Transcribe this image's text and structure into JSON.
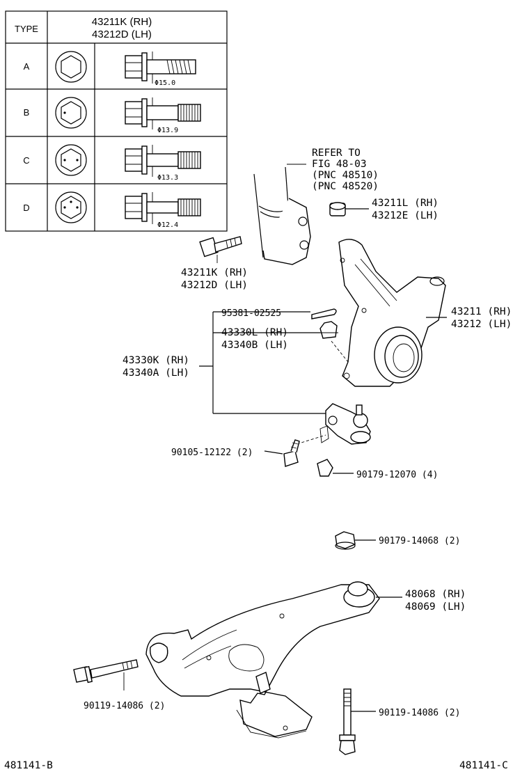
{
  "type_table": {
    "header_type": "TYPE",
    "header_part_rh": "43211K (RH)",
    "header_part_lh": "43212D (LH)",
    "rows": [
      {
        "type": "A",
        "diameter": "Φ15.0"
      },
      {
        "type": "B",
        "diameter": "Φ13.9"
      },
      {
        "type": "C",
        "diameter": "Φ13.3"
      },
      {
        "type": "D",
        "diameter": "Φ12.4"
      }
    ]
  },
  "labels": {
    "refer_1": "REFER TO",
    "refer_2": "FIG 48-03",
    "refer_3": "(PNC 48510)",
    "refer_4": "(PNC 48520)",
    "nut_rh": "43211L (RH)",
    "nut_lh": "43212E (LH)",
    "bolt_rh": "43211K (RH)",
    "bolt_lh": "43212D (LH)",
    "cotter_pin": "95381-02525",
    "balljoint_nut_rh": "43330L (RH)",
    "balljoint_nut_lh": "43340B (LH)",
    "knuckle_rh": "43211 (RH)",
    "knuckle_lh": "43212 (LH)",
    "balljoint_rh": "43330K (RH)",
    "balljoint_lh": "43340A (LH)",
    "bolt_90105": "90105-12122 (2)",
    "nut_90179_12070": "90179-12070 (4)",
    "nut_90179_14068": "90179-14068 (2)",
    "arm_rh": "48068 (RH)",
    "arm_lh": "48069 (LH)",
    "bolt_front": "90119-14086 (2)",
    "bolt_rear": "90119-14086 (2)",
    "ref_left": "481141-B",
    "ref_right": "481141-C"
  }
}
